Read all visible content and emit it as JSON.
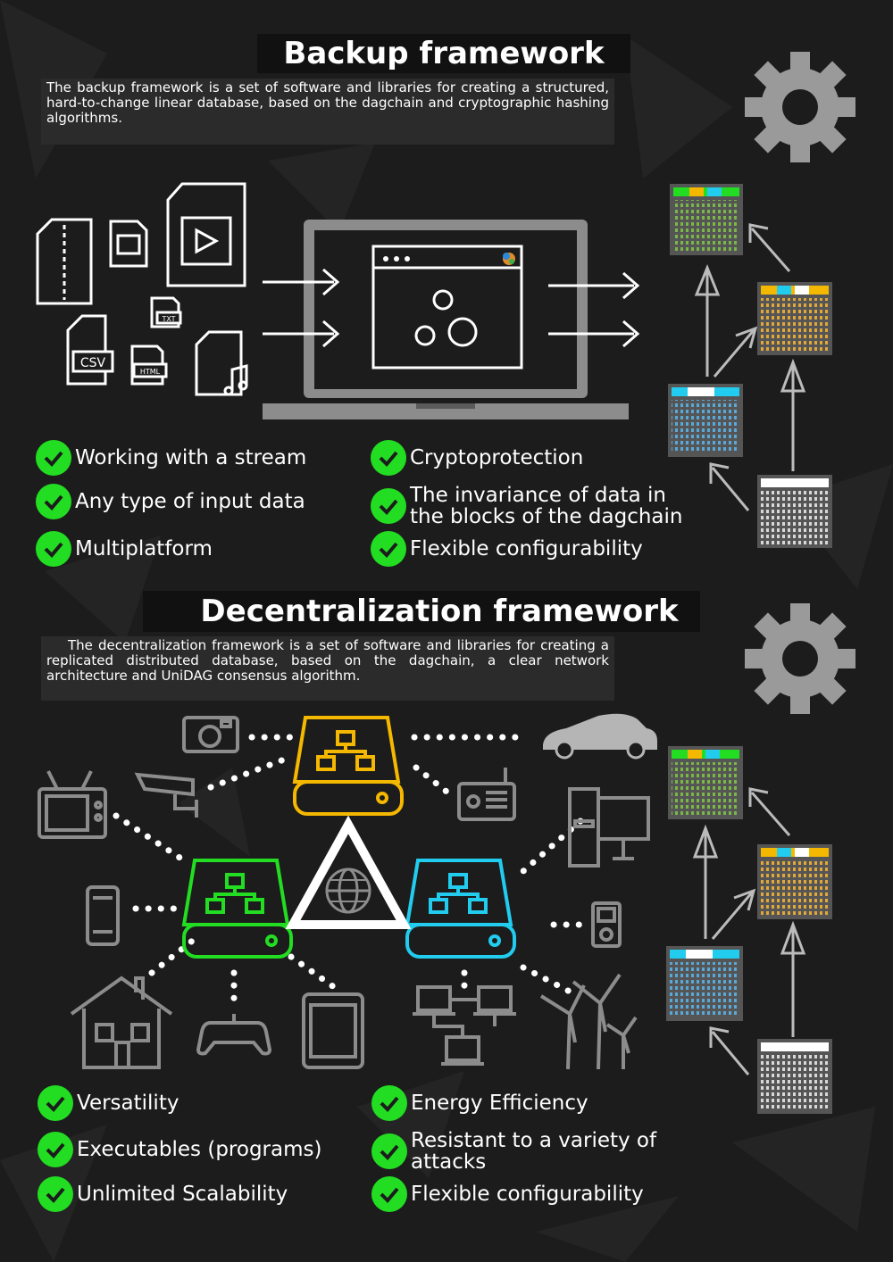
{
  "backup": {
    "title": "Backup framework",
    "description": "The backup framework is a set of software and libraries for creating a structured, hard-to-change linear database, based on the dagchain and cryptographic hashing algorithms.",
    "file_labels": {
      "csv": "CSV",
      "txt": "TXT",
      "html": "HTML"
    },
    "features_left": [
      "Working with a stream",
      "Any type of input data",
      "Multiplatform"
    ],
    "features_right": [
      "Cryptoprotection",
      "The invariance of data in the blocks of the dagchain",
      "Flexible configurability"
    ]
  },
  "decentralization": {
    "title": "Decentralization framework",
    "description": "The decentralization framework is a set of software and libraries for creating a replicated distributed database, based on the dagchain, a clear network architecture and UniDAG consensus algorithm.",
    "features_left": [
      "Versatility",
      "Executables (programs)",
      "Unlimited Scalability"
    ],
    "features_right": [
      "Energy Efficiency",
      "Resistant to a variety of attacks",
      "Flexible configurability"
    ]
  },
  "colors": {
    "background": "#1c1c1c",
    "check_green": "#22dd22",
    "node_yellow": "#f5b800",
    "node_green": "#22dd22",
    "node_cyan": "#22ccee",
    "icon_gray": "#8c8c8c",
    "block_green": "#7ab648",
    "block_orange": "#e0a83a",
    "block_blue": "#5aa8d8",
    "block_white": "#d8d8d8"
  },
  "icons": [
    "gear-icon",
    "zip-file-icon",
    "image-file-icon",
    "video-file-icon",
    "csv-file-icon",
    "txt-file-icon",
    "html-file-icon",
    "audio-file-icon",
    "laptop-icon",
    "app-window-icon",
    "camera-icon",
    "car-icon",
    "tv-icon",
    "cctv-icon",
    "radio-icon",
    "desktop-pc-icon",
    "smartphone-icon",
    "mp3-player-icon",
    "house-icon",
    "gamepad-icon",
    "tablet-icon",
    "network-pcs-icon",
    "wind-turbine-icon",
    "globe-icon",
    "check-icon"
  ]
}
